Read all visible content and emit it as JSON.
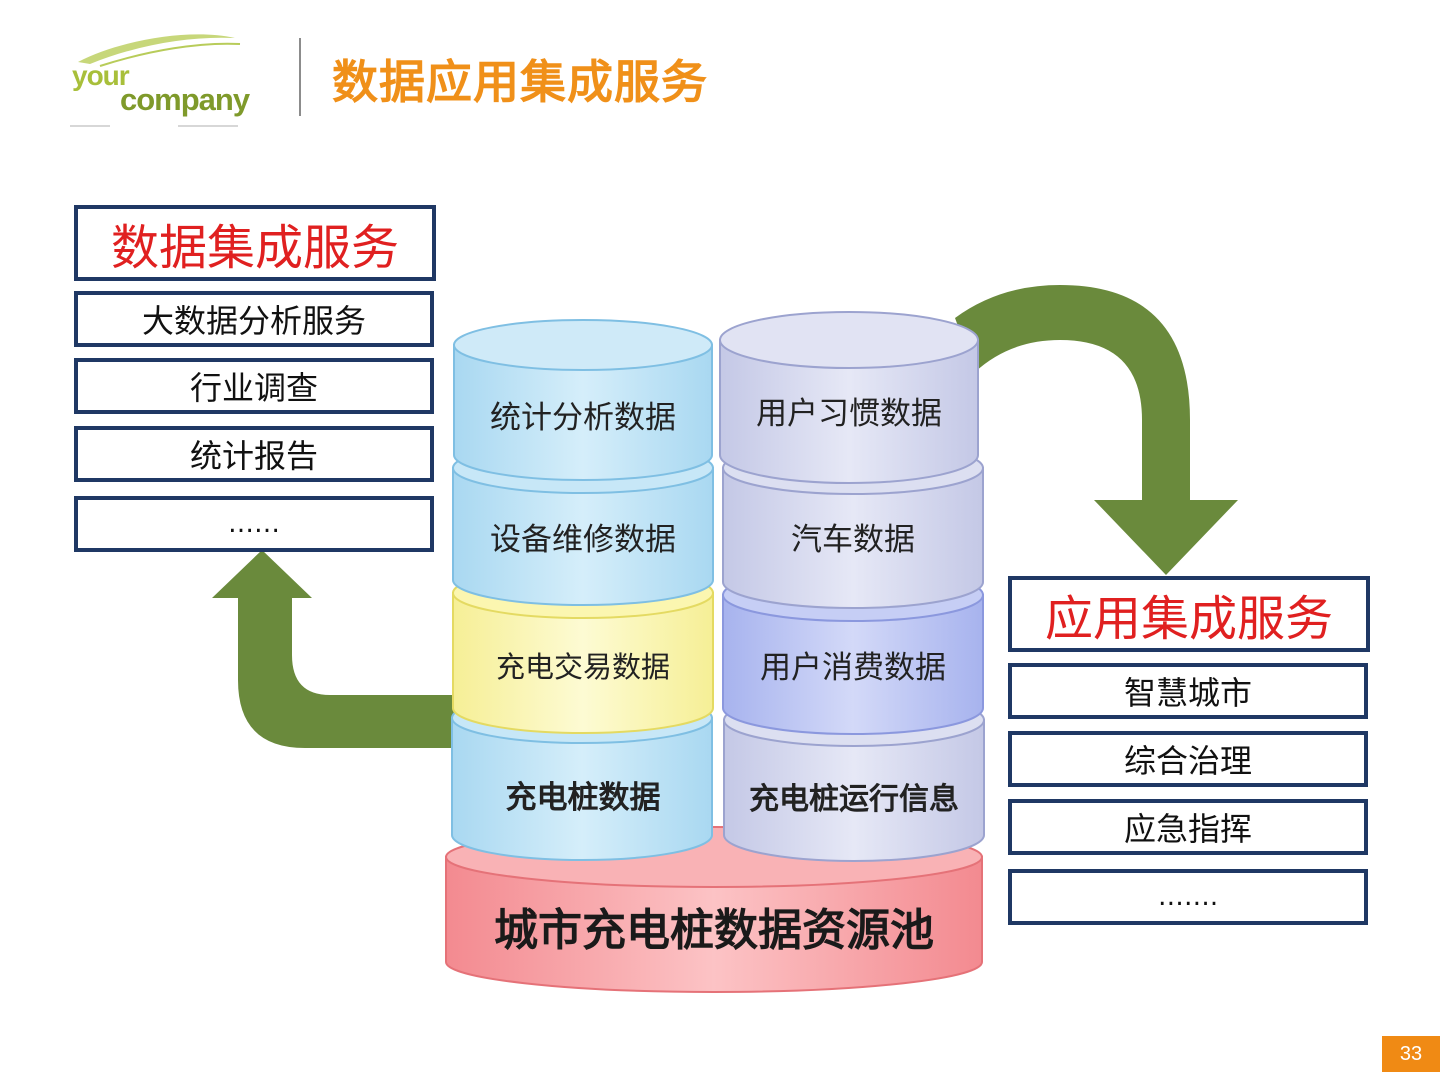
{
  "header": {
    "logo_word1": "your",
    "logo_word2": "company",
    "title": "数据应用集成服务"
  },
  "left_panel": {
    "title": "数据集成服务",
    "items": [
      "大数据分析服务",
      "行业调查",
      "统计报告",
      "……"
    ]
  },
  "right_panel": {
    "title": "应用集成服务",
    "items": [
      "智慧城市",
      "综合治理",
      "应急指挥",
      "……."
    ]
  },
  "stack_left": [
    "统计分析数据",
    "设备维修数据",
    "充电交易数据",
    "充电桩数据"
  ],
  "stack_right": [
    "用户习惯数据",
    "汽车数据",
    "用户消费数据",
    "充电桩运行信息"
  ],
  "pool_label": "城市充电桩数据资源池",
  "page_number": "33",
  "colors": {
    "title_orange": "#f09019",
    "box_border": "#1f3864",
    "panel_title_red": "#e02020",
    "arrow_green": "#6a8a3c",
    "cyl_blue": "#bfe2f5",
    "cyl_yellow": "#fbf7b6",
    "cyl_lavender": "#d6d9ef",
    "cyl_periwinkle": "#bcc6f2",
    "pool_red": "#f7a8ab"
  }
}
